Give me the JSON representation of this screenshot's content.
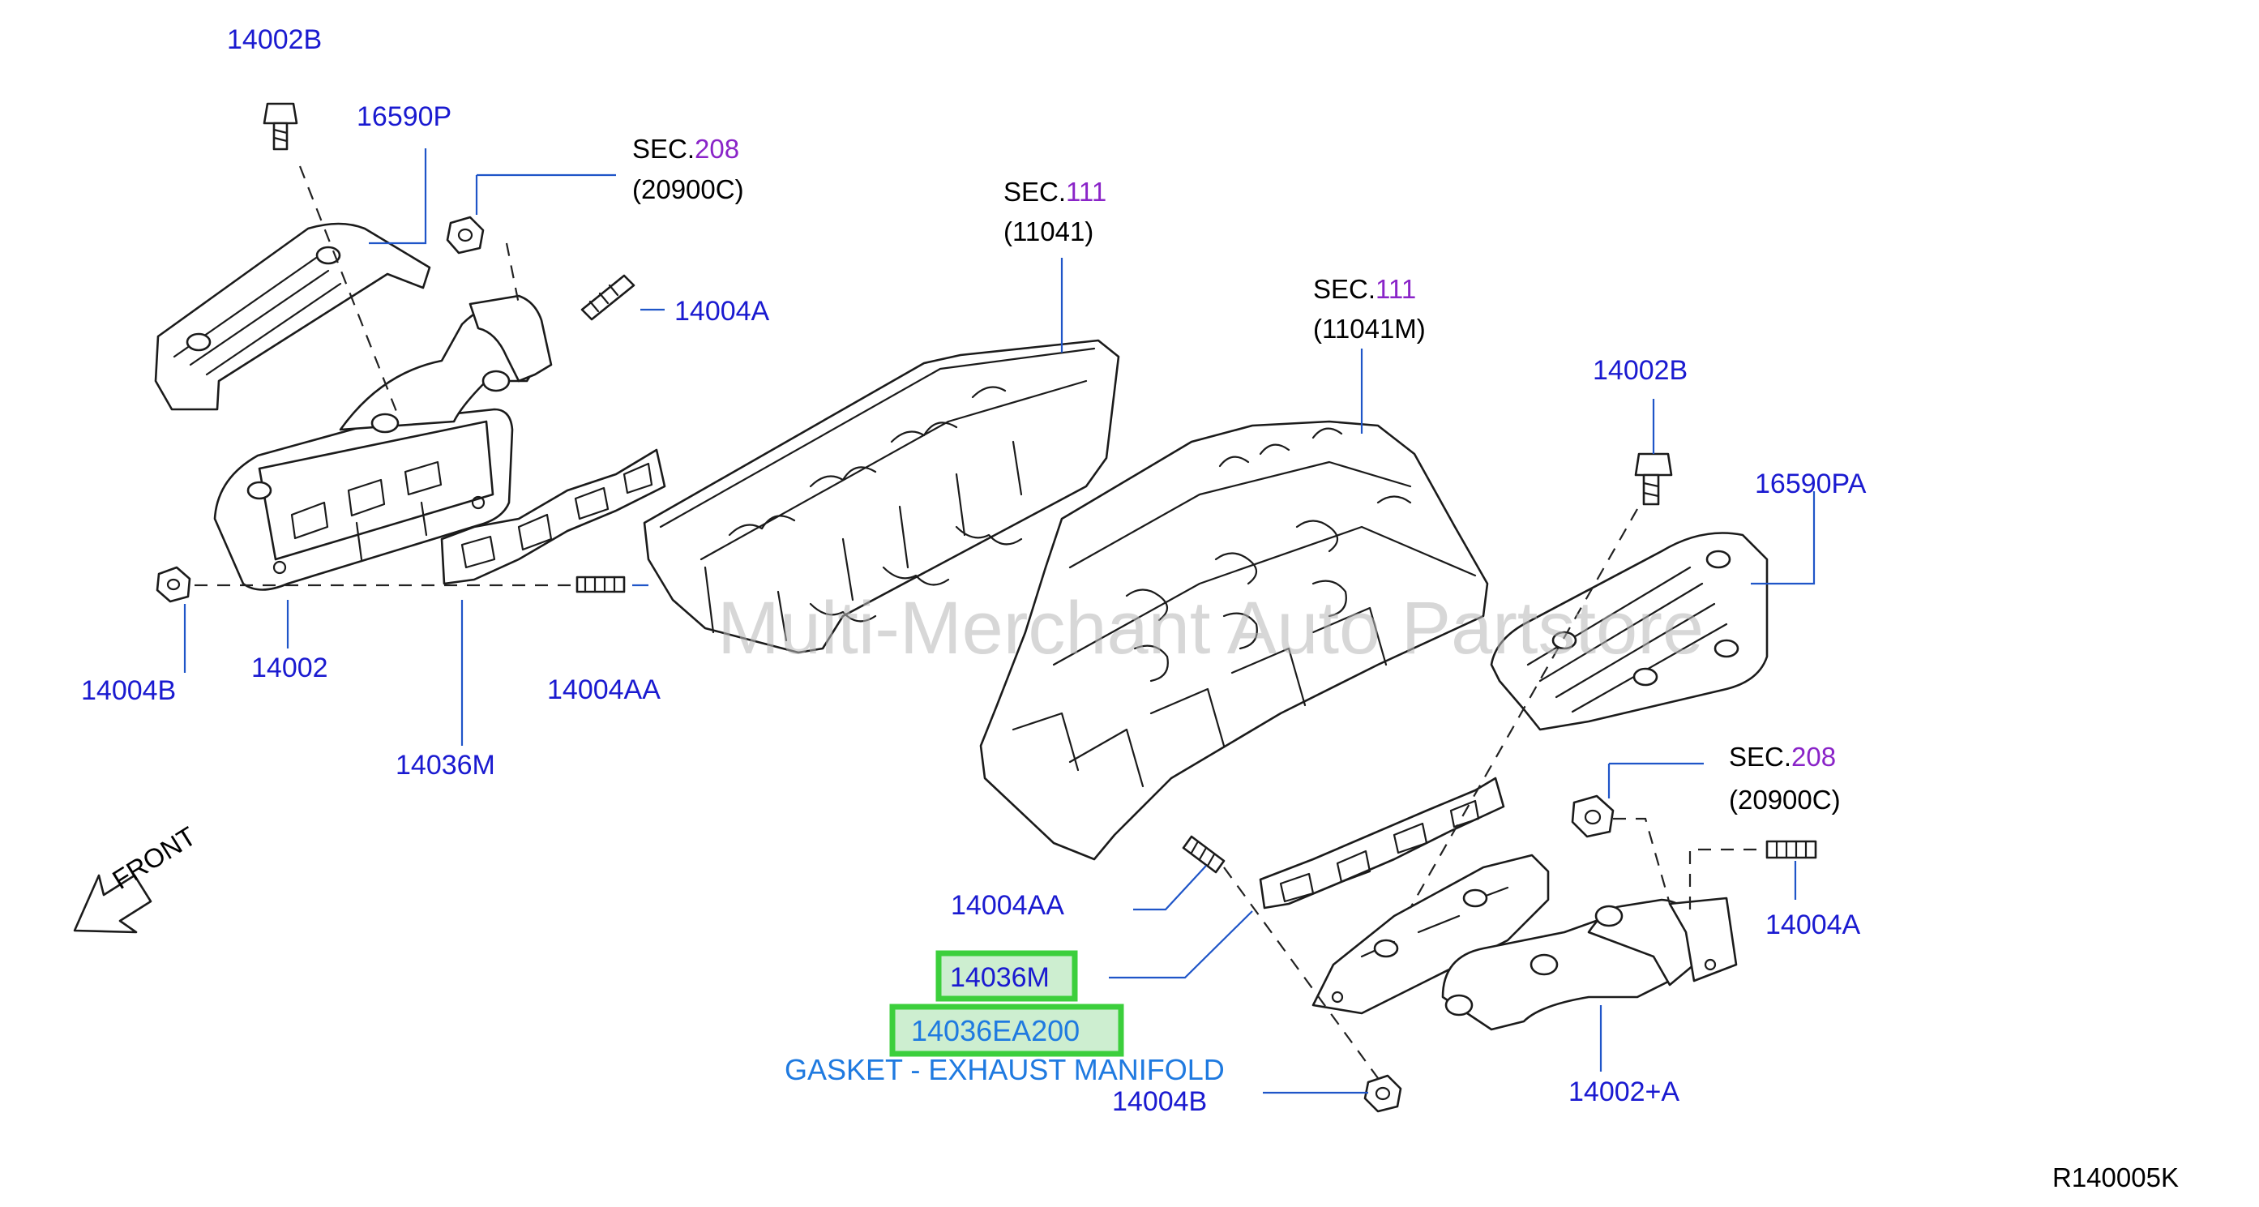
{
  "diagram_ref": "R140005K",
  "watermark": "Multi-Merchant Auto Partstore",
  "front_label": "FRONT",
  "highlight": {
    "part_number": "14036EA200",
    "description": "GASKET - EXHAUST MANIFOLD"
  },
  "labels": {
    "l14002b_top": "14002B",
    "l16590p": "16590P",
    "l14004a_left": "14004A",
    "l14004b_left": "14004B",
    "l14002": "14002",
    "l14004aa_left": "14004AA",
    "l14036m_left": "14036M",
    "l14002b_right": "14002B",
    "l16590pa": "16590PA",
    "l14004aa_mid": "14004AA",
    "l14036m_mid": "14036M",
    "l14004a_right": "14004A",
    "l14004b_bottom": "14004B",
    "l14002a": "14002+A"
  },
  "sections": [
    {
      "prefix": "SEC.",
      "number": "208",
      "code": "(20900C)"
    },
    {
      "prefix": "SEC.",
      "number": "111",
      "code": "(11041)"
    },
    {
      "prefix": "SEC.",
      "number": "111",
      "code": "(11041M)"
    },
    {
      "prefix": "SEC.",
      "number": "208",
      "code": "(20900C)"
    }
  ]
}
